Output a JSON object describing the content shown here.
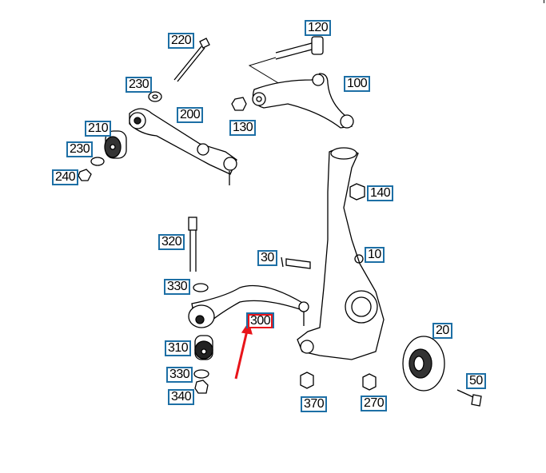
{
  "diagram": {
    "callouts": [
      {
        "id": "c220",
        "text": "220"
      },
      {
        "id": "c120",
        "text": "120"
      },
      {
        "id": "c230a",
        "text": "230"
      },
      {
        "id": "c100",
        "text": "100"
      },
      {
        "id": "c200",
        "text": "200"
      },
      {
        "id": "c130",
        "text": "130"
      },
      {
        "id": "c210",
        "text": "210"
      },
      {
        "id": "c230b",
        "text": "230"
      },
      {
        "id": "c240",
        "text": "240"
      },
      {
        "id": "c140",
        "text": "140"
      },
      {
        "id": "c320",
        "text": "320"
      },
      {
        "id": "c30",
        "text": "30"
      },
      {
        "id": "c10",
        "text": "10"
      },
      {
        "id": "c330a",
        "text": "330"
      },
      {
        "id": "c300",
        "text": "300",
        "highlighted": true
      },
      {
        "id": "c20",
        "text": "20"
      },
      {
        "id": "c310",
        "text": "310"
      },
      {
        "id": "c330b",
        "text": "330"
      },
      {
        "id": "c50",
        "text": "50"
      },
      {
        "id": "c340",
        "text": "340"
      },
      {
        "id": "c370",
        "text": "370"
      },
      {
        "id": "c270",
        "text": "270"
      }
    ],
    "colors": {
      "callout_border": "#1d6fa5",
      "highlight": "#e8141a",
      "arrow": "#e8141a"
    }
  }
}
